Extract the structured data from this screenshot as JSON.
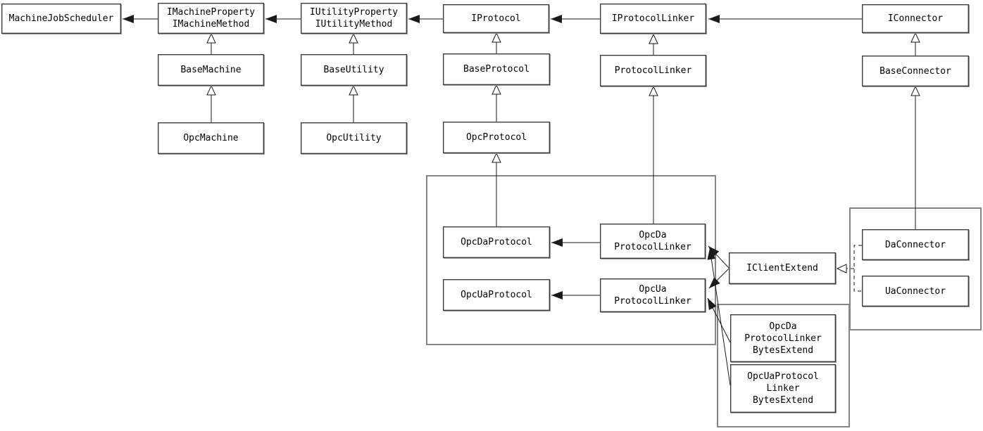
{
  "diagram": {
    "kind": "uml-class-diagram",
    "colors": {
      "background": "#ffffff",
      "box_border": "#3c3c3c",
      "container_border": "#868686",
      "line": "#1a1a1a",
      "text": "#000000"
    },
    "nodes": {
      "machineJobScheduler": {
        "label": "MachineJobScheduler"
      },
      "iMachine": {
        "label": "IMachineProperty\nIMachineMethod"
      },
      "iUtility": {
        "label": "IUtilityProperty\nIUtilityMethod"
      },
      "iProtocol": {
        "label": "IProtocol"
      },
      "iProtocolLinker": {
        "label": "IProtocolLinker"
      },
      "iConnector": {
        "label": "IConnector"
      },
      "baseMachine": {
        "label": "BaseMachine"
      },
      "baseUtility": {
        "label": "BaseUtility"
      },
      "baseProtocol": {
        "label": "BaseProtocol"
      },
      "protocolLinker": {
        "label": "ProtocolLinker"
      },
      "baseConnector": {
        "label": "BaseConnector"
      },
      "opcMachine": {
        "label": "OpcMachine"
      },
      "opcUtility": {
        "label": "OpcUtility"
      },
      "opcProtocol": {
        "label": "OpcProtocol"
      },
      "opcDaProtocol": {
        "label": "OpcDaProtocol"
      },
      "opcUaProtocol": {
        "label": "OpcUaProtocol"
      },
      "opcDaProtocolLinker": {
        "label": "OpcDa\nProtocolLinker"
      },
      "opcUaProtocolLinker": {
        "label": "OpcUa\nProtocolLinker"
      },
      "iClientExtend": {
        "label": "IClientExtend"
      },
      "daConnector": {
        "label": "DaConnector"
      },
      "uaConnector": {
        "label": "UaConnector"
      },
      "opcDaBytes": {
        "label": "OpcDa\nProtocolLinker\nBytesExtend"
      },
      "opcUaBytes": {
        "label": "OpcUaProtocol\nLinker\nBytesExtend"
      }
    },
    "groups": [
      {
        "name": "protocol-linker-group",
        "members": [
          "OpcDaProtocol",
          "OpcUaProtocol",
          "OpcDa ProtocolLinker",
          "OpcUa ProtocolLinker"
        ]
      },
      {
        "name": "connector-group",
        "members": [
          "DaConnector",
          "UaConnector"
        ]
      },
      {
        "name": "bytes-extend-group",
        "members": [
          "OpcDa ProtocolLinker BytesExtend",
          "OpcUaProtocol Linker BytesExtend"
        ]
      }
    ],
    "relationships": [
      {
        "from": "IMachineProperty IMachineMethod",
        "to": "MachineJobScheduler",
        "type": "association"
      },
      {
        "from": "IUtilityProperty IUtilityMethod",
        "to": "IMachineProperty IMachineMethod",
        "type": "association"
      },
      {
        "from": "IProtocol",
        "to": "IUtilityProperty IUtilityMethod",
        "type": "association"
      },
      {
        "from": "IProtocolLinker",
        "to": "IProtocol",
        "type": "association"
      },
      {
        "from": "IConnector",
        "to": "IProtocolLinker",
        "type": "association"
      },
      {
        "from": "BaseMachine",
        "to": "IMachineProperty IMachineMethod",
        "type": "inheritance"
      },
      {
        "from": "OpcMachine",
        "to": "BaseMachine",
        "type": "inheritance"
      },
      {
        "from": "BaseUtility",
        "to": "IUtilityProperty IUtilityMethod",
        "type": "inheritance"
      },
      {
        "from": "OpcUtility",
        "to": "BaseUtility",
        "type": "inheritance"
      },
      {
        "from": "BaseProtocol",
        "to": "IProtocol",
        "type": "inheritance"
      },
      {
        "from": "OpcProtocol",
        "to": "BaseProtocol",
        "type": "inheritance"
      },
      {
        "from": "OpcDaProtocol",
        "to": "OpcProtocol",
        "type": "inheritance"
      },
      {
        "from": "ProtocolLinker",
        "to": "IProtocolLinker",
        "type": "inheritance"
      },
      {
        "from": "OpcDa ProtocolLinker",
        "to": "ProtocolLinker",
        "type": "inheritance"
      },
      {
        "from": "BaseConnector",
        "to": "IConnector",
        "type": "inheritance"
      },
      {
        "from": "DaConnector",
        "to": "BaseConnector",
        "type": "inheritance"
      },
      {
        "from": "OpcDa ProtocolLinker",
        "to": "OpcDaProtocol",
        "type": "association"
      },
      {
        "from": "OpcUa ProtocolLinker",
        "to": "OpcUaProtocol",
        "type": "association"
      },
      {
        "from": "IClientExtend",
        "to": "OpcDa ProtocolLinker",
        "type": "association"
      },
      {
        "from": "IClientExtend",
        "to": "OpcUa ProtocolLinker",
        "type": "association"
      },
      {
        "from": "OpcDa ProtocolLinker BytesExtend",
        "to": "OpcUa ProtocolLinker",
        "type": "association"
      },
      {
        "from": "OpcUaProtocol Linker BytesExtend",
        "to": "OpcDa ProtocolLinker",
        "type": "association"
      },
      {
        "from": "DaConnector",
        "to": "IClientExtend",
        "type": "realization"
      },
      {
        "from": "UaConnector",
        "to": "IClientExtend",
        "type": "realization"
      }
    ]
  }
}
